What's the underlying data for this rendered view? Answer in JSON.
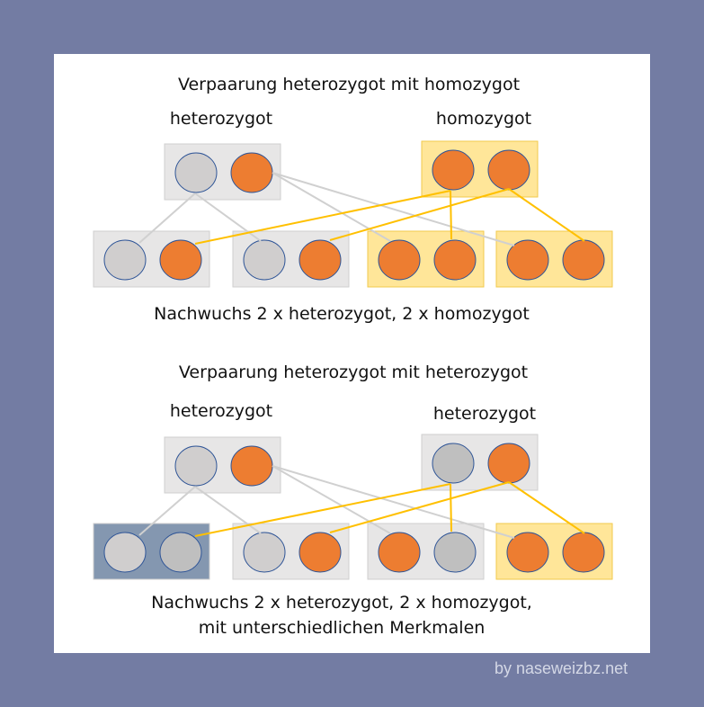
{
  "diagram1": {
    "title": "Verpaarung heterozygot mit homozygot",
    "parent_left_label": "heterozygot",
    "parent_right_label": "homozygot",
    "caption": "Nachwuchs 2 x heterozygot, 2 x homozygot"
  },
  "diagram2": {
    "title": "Verpaarung heterozygot mit heterozygot",
    "parent_left_label": "heterozygot",
    "parent_right_label": "heterozygot",
    "caption_line1": "Nachwuchs 2 x heterozygot, 2 x homozygot,",
    "caption_line2": "mit unterschiedlichen Merkmalen"
  },
  "watermark": "by naseweizbz.net",
  "colors": {
    "orange": "#ed7d31",
    "light_gray": "#d0cece",
    "mid_gray": "#bfbfbf",
    "box_gray": "#e7e6e6",
    "box_yellow": "#ffe699",
    "box_blue": "#8497b0",
    "line_gray": "#d0d0d0",
    "line_yellow": "#ffc000"
  }
}
